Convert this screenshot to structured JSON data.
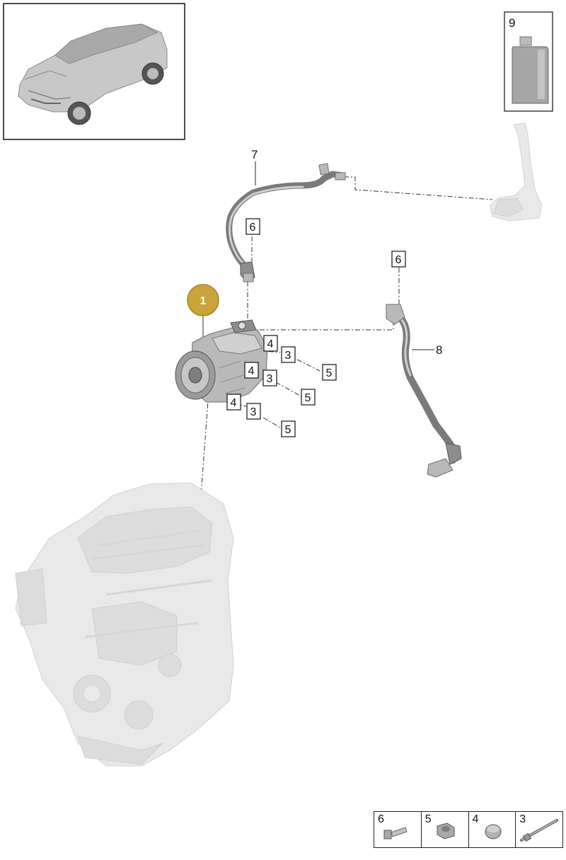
{
  "callout": {
    "number": "1",
    "color": "#c9a43a",
    "text_color": "#ffffff"
  },
  "labels": {
    "n7": "7",
    "n8": "8",
    "n9": "9",
    "b6a": "6",
    "b6b": "6",
    "b4a": "4",
    "b3a": "3",
    "b5a": "5",
    "b4b": "4",
    "b3b": "3",
    "b5b": "5",
    "b4c": "4",
    "b3c": "3",
    "b5c": "5"
  },
  "legend": [
    {
      "number": "6",
      "icon": "bolt-icon"
    },
    {
      "number": "5",
      "icon": "nut-icon"
    },
    {
      "number": "4",
      "icon": "bushing-icon"
    },
    {
      "number": "3",
      "icon": "stud-bolt-icon"
    }
  ]
}
